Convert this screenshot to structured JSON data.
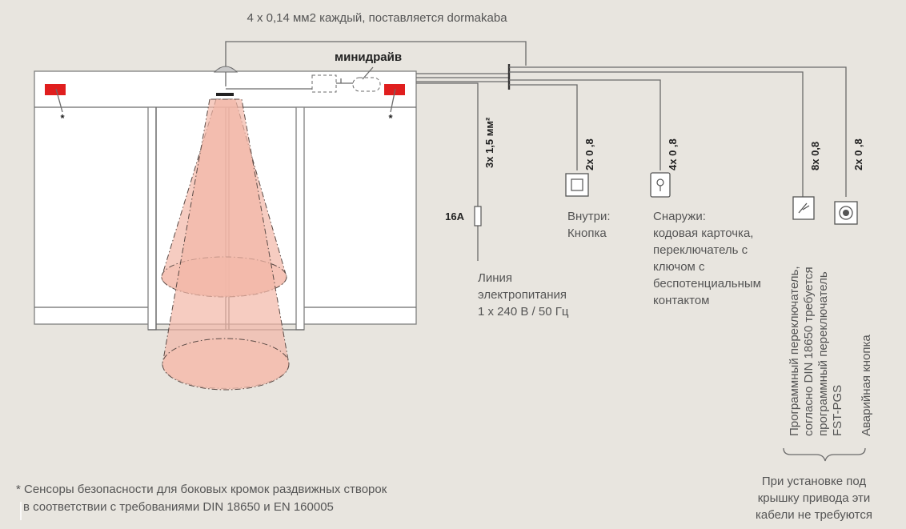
{
  "top_cable_label": "4 x 0,14 мм2 каждый, поставляется dormakaba",
  "minidrive_label": "минидрайв",
  "sensor_mark": "*",
  "power": {
    "cable": "3x 1,5 мм²",
    "fuse": "16A",
    "label_lines": [
      "Линия",
      "электропитания",
      "1 x 240 В / 50 Гц"
    ]
  },
  "inside": {
    "cable": "2x 0 ,8",
    "label_lines": [
      "Внутри:",
      "Кнопка"
    ]
  },
  "outside": {
    "cable": "4x 0 ,8",
    "label_lines": [
      "Снаружи:",
      "кодовая карточка,",
      "переключатель с",
      "ключом с",
      "беспотенциальным",
      "контактом"
    ]
  },
  "program_switch": {
    "cable": "8x 0,8",
    "label_lines": [
      "Программный переключатель,",
      "согласно DIN 18650 требуется",
      "программный переключатель",
      "FST-PGS"
    ]
  },
  "emergency": {
    "cable": "2x 0 ,8",
    "label": "Аварийная кнопка"
  },
  "brace_note_lines": [
    "При установке под",
    "крышку привода эти",
    "кабели не требуются"
  ],
  "footnote_lines": [
    "* Сенсоры безопасности для боковых кромок раздвижных створок",
    "в соответствии с требованиями DIN 18650 и EN 160005"
  ],
  "colors": {
    "background": "#e8e5df",
    "sensor_red": "#e01e1e",
    "cone": "#f2b6a6"
  }
}
